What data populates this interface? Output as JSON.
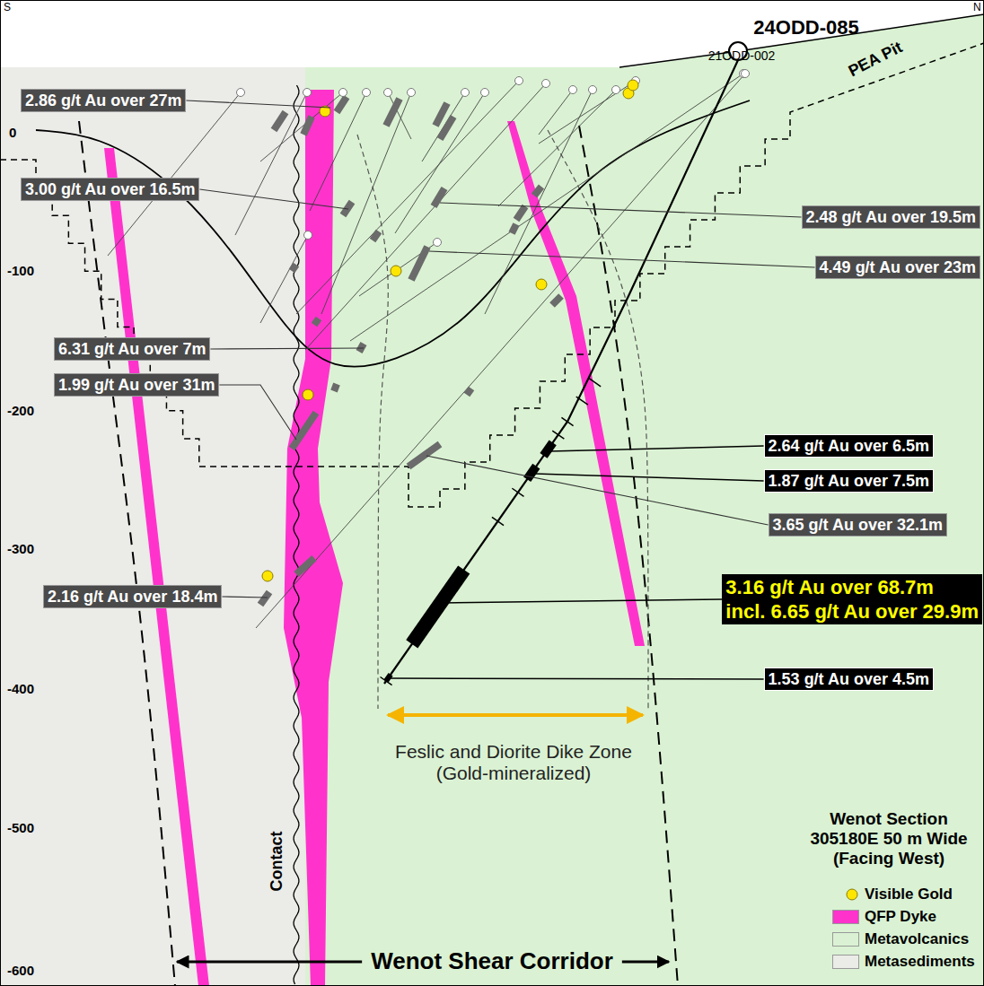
{
  "diagram": {
    "nodes": [
      {
        "text": [
          "2.86 g/t Au over 27m"
        ]
      },
      {
        "text": [
          "3.00 g/t Au over 16.5m"
        ]
      },
      {
        "text": [
          "2.48 g/t Au over 19.5m"
        ]
      },
      {
        "text": [
          "4.49 g/t Au over 23m"
        ]
      },
      {
        "text": [
          "6.31 g/t Au over 7m"
        ]
      },
      {
        "text": [
          "1.99 g/t Au over 31m"
        ]
      },
      {
        "text": [
          "2.64 g/t Au over 6.5m"
        ]
      },
      {
        "text": [
          "1.87 g/t Au over 7.5m"
        ]
      },
      {
        "text": [
          "3.65 g/t Au over 32.1m"
        ]
      },
      {
        "text": [
          "2.16 g/t Au over 18.4m"
        ]
      },
      {
        "text": [
          "3.16 g/t Au over 68.7m",
          "incl. 6.65 g/t Au over 29.9m"
        ]
      },
      {
        "text": [
          "1.53 g/t Au over 4.5m"
        ]
      }
    ],
    "labels": [
      "S",
      "N",
      "24ODD-085",
      "21ODD-002",
      "PEA Pit",
      "0",
      "-100",
      "-200",
      "-300",
      "-400",
      "-500",
      "-600",
      "Feslic and Diorite Dike Zone (Gold-mineralized)",
      "Contact",
      "Wenot Shear Corridor",
      "Wenot Section 305180E 50 m Wide (Facing West)"
    ],
    "legend": [
      {
        "text": "Visible Gold"
      },
      {
        "text": "QFP Dyke",
        "color": "#ff33cc"
      },
      {
        "text": "Metavolcanics",
        "color": "#daf2d3"
      },
      {
        "text": "Metasediments",
        "color": "#ebebe8"
      }
    ]
  }
}
